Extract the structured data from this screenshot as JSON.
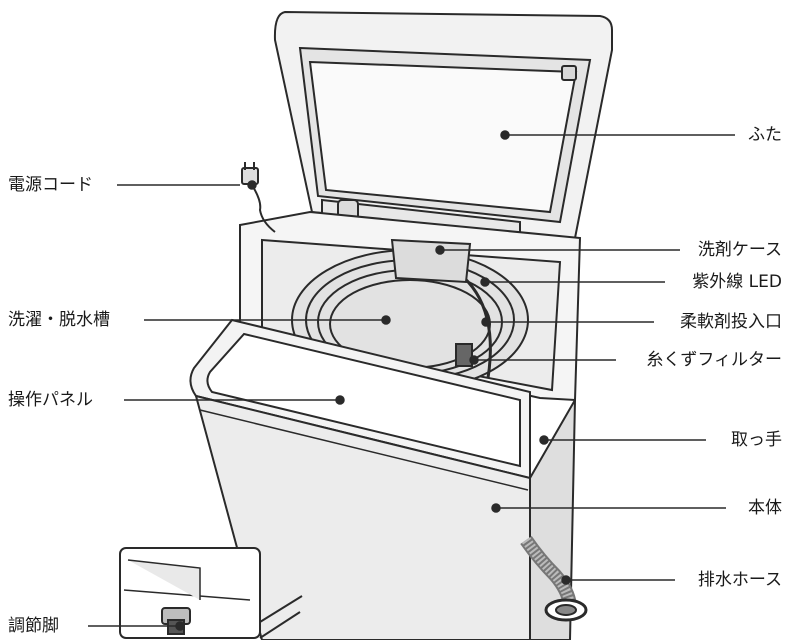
{
  "labels": {
    "lid": "ふた",
    "power_cord": "電源コード",
    "detergent_case": "洗剤ケース",
    "uv_led": "紫外線 LED",
    "wash_tub": "洗濯・脱水槽",
    "softener_inlet": "柔軟剤投入口",
    "lint_filter": "糸くずフィルター",
    "control_panel": "操作パネル",
    "handle": "取っ手",
    "body": "本体",
    "drain_hose": "排水ホース",
    "adjustable_foot": "調節脚"
  },
  "colors": {
    "line": "#2a2a2a",
    "fill_light": "#f4f4f4",
    "fill_mid": "#e6e6e6",
    "fill_dark": "#cfcfcf"
  }
}
